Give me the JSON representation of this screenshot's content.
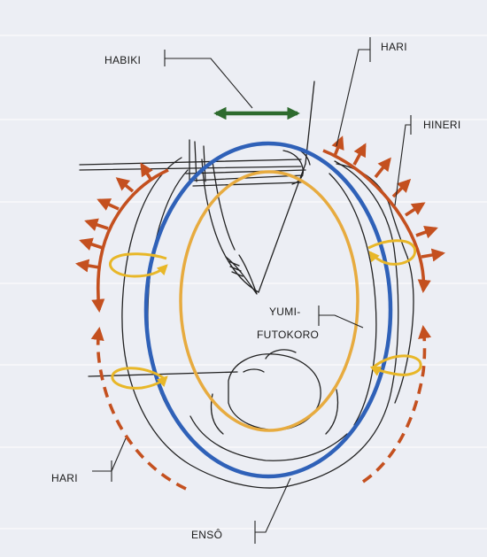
{
  "labels": {
    "habiki": "HABIKI",
    "hari_top": "HARI",
    "hineri": "HINERI",
    "yumi": "YUMI-",
    "futokoro": "FUTOKORO",
    "hari_bottom": "HARI",
    "enso": "ENSÔ"
  },
  "colors": {
    "background": "#eceef4",
    "blue_ring": "#2f61b8",
    "orange_ring": "#e7ab3f",
    "red_arrows": "#c4501f",
    "green_arrow": "#2e6b2e",
    "yellow_loops": "#e8b728",
    "line_art": "#222222"
  }
}
